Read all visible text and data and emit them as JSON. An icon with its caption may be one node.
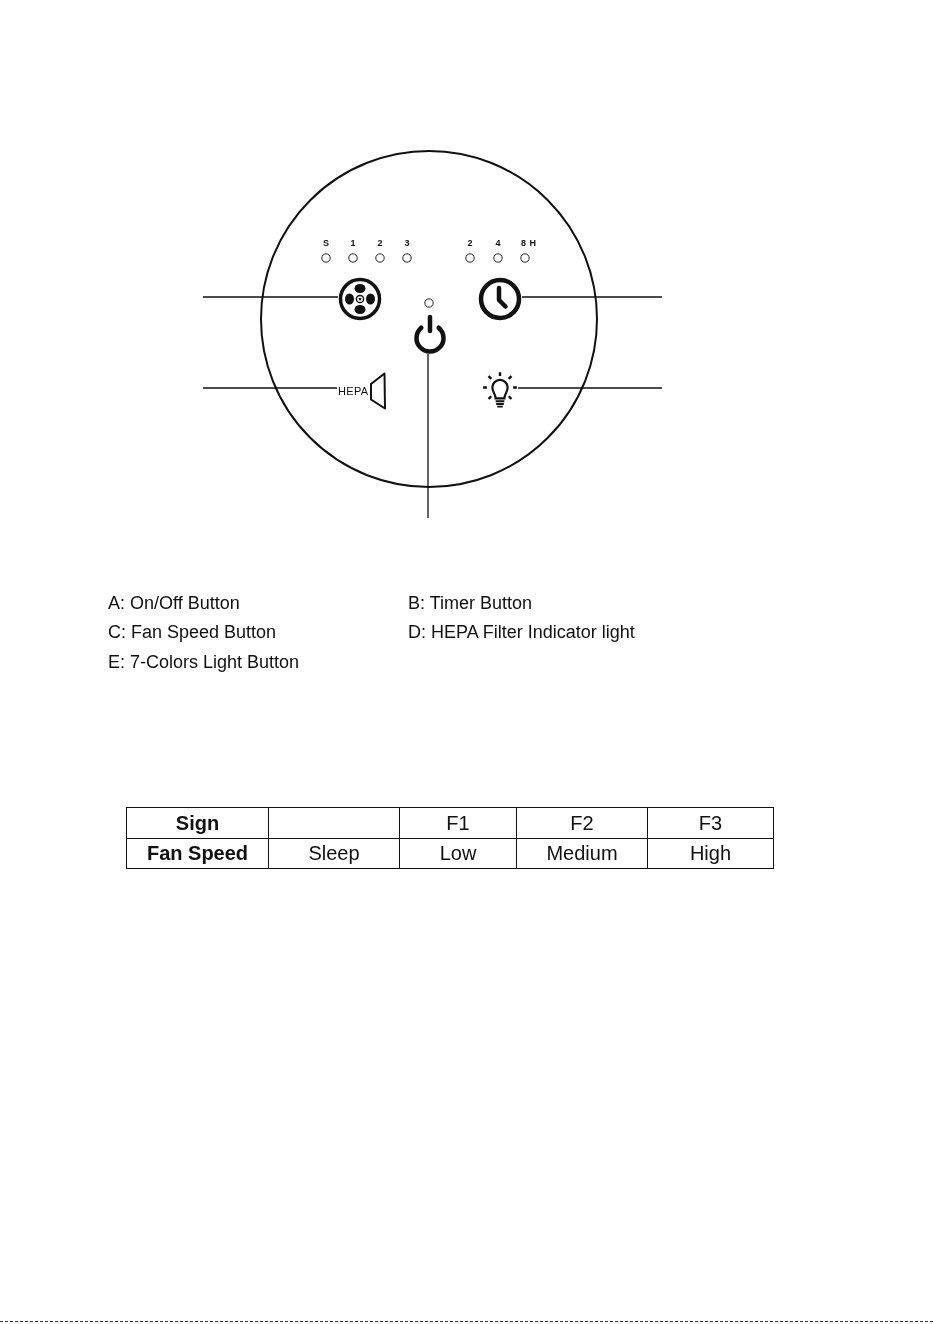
{
  "diagram": {
    "nodes": [
      {
        "text": [],
        "shape": "circle"
      },
      {
        "text": [],
        "shape": "picture",
        "in": 0
      },
      {
        "text": [],
        "shape": "picture",
        "in": 0
      },
      {
        "text": [],
        "shape": "picture",
        "in": 0
      },
      {
        "text": [
          "HEPA"
        ],
        "in": 0
      },
      {
        "text": [],
        "shape": "picture",
        "in": 0
      }
    ],
    "edges": [
      {
        "from": null,
        "to": 1,
        "arrow": "none"
      },
      {
        "from": null,
        "to": 2,
        "arrow": "none"
      },
      {
        "from": null,
        "to": 3,
        "arrow": "none"
      },
      {
        "from": null,
        "to": 4,
        "arrow": "none"
      },
      {
        "from": null,
        "to": 5,
        "arrow": "none"
      }
    ],
    "labels": [
      "S",
      "1",
      "2",
      "3",
      "2",
      "4",
      "8 H",
      "A: On/Off Button",
      "B: Timer Button",
      "C: Fan Speed Button",
      "D: HEPA Filter Indicator light",
      "E: 7-Colors Light Button",
      "Sign",
      "F1",
      "F2",
      "F3",
      "Fan Speed",
      "Sleep",
      "Low",
      "Medium",
      "High"
    ]
  }
}
